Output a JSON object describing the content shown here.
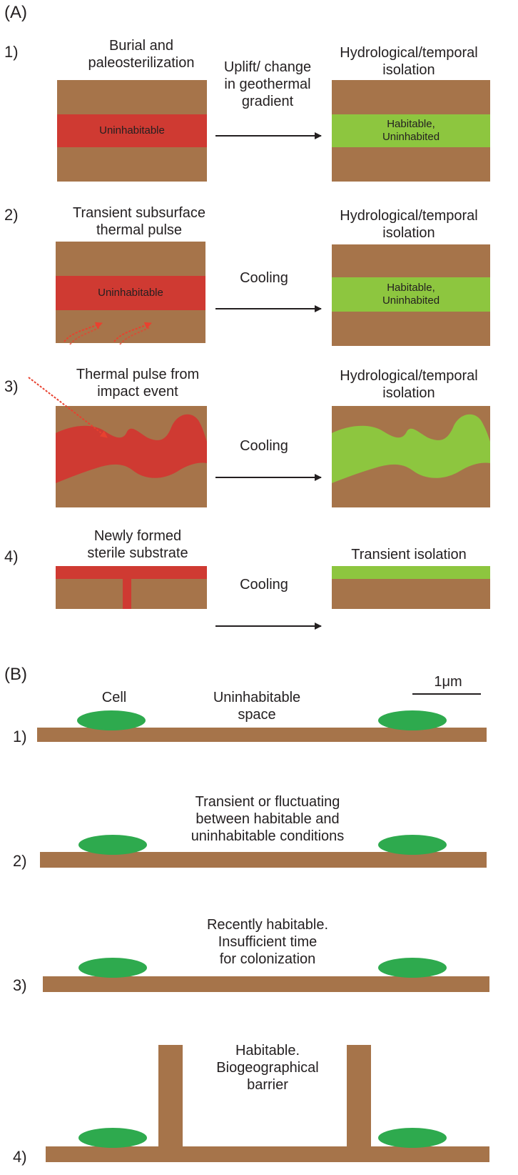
{
  "colors": {
    "rock": "#a6744a",
    "uninhabitable": "#cf3a32",
    "habitable": "#8dc63f",
    "cell": "#2eaa4e",
    "arrow": "#231f20",
    "pulse": "#e8412f"
  },
  "panel_a": {
    "label": "(A)",
    "rows": [
      {
        "number": "1)",
        "left_title_lines": [
          "Burial and",
          "paleosterilization"
        ],
        "left_band_label": "Uninhabitable",
        "arrow_label_lines": [
          "Uplift/ change",
          "in geothermal",
          "gradient"
        ],
        "right_title_lines": [
          "Hydrological/temporal",
          "isolation"
        ],
        "right_band_label_lines": [
          "Habitable,",
          "Uninhabited"
        ]
      },
      {
        "number": "2)",
        "left_title_lines": [
          "Transient subsurface",
          "thermal pulse"
        ],
        "left_band_label": "Uninhabitable",
        "arrow_label_lines": [
          "Cooling"
        ],
        "right_title_lines": [
          "Hydrological/temporal",
          "isolation"
        ],
        "right_band_label_lines": [
          "Habitable,",
          "Uninhabited"
        ]
      },
      {
        "number": "3)",
        "left_title_lines": [
          "Thermal pulse from",
          "impact event"
        ],
        "arrow_label_lines": [
          "Cooling"
        ],
        "right_title_lines": [
          "Hydrological/temporal",
          "isolation"
        ]
      },
      {
        "number": "4)",
        "left_title_lines": [
          "Newly formed",
          "sterile substrate"
        ],
        "arrow_label_lines": [
          "Cooling"
        ],
        "right_title_lines": [
          "Transient isolation"
        ]
      }
    ]
  },
  "panel_b": {
    "label": "(B)",
    "scale_bar_label": "1μm",
    "rows": [
      {
        "number": "1)",
        "cell_label": "Cell",
        "caption_lines": [
          "Uninhabitable",
          "space"
        ]
      },
      {
        "number": "2)",
        "caption_lines": [
          "Transient or fluctuating",
          "between habitable and",
          "uninhabitable conditions"
        ]
      },
      {
        "number": "3)",
        "caption_lines": [
          "Recently habitable.",
          "Insufficient time",
          "for colonization"
        ]
      },
      {
        "number": "4)",
        "caption_lines": [
          "Habitable.",
          "Biogeographical",
          "barrier"
        ]
      }
    ]
  }
}
